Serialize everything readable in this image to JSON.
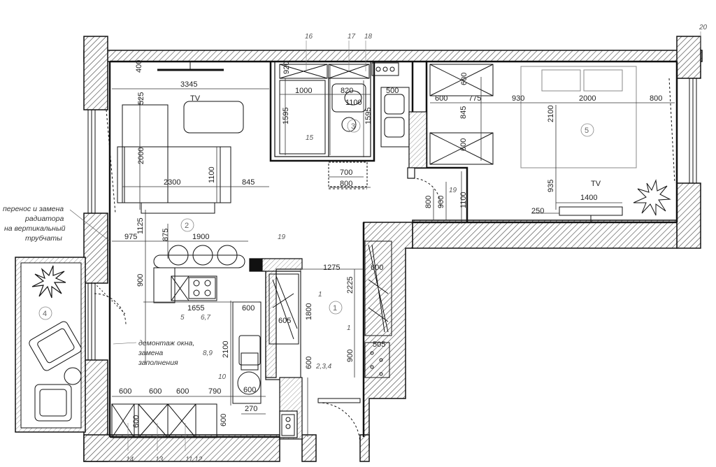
{
  "rooms": [
    "1",
    "2",
    "3",
    "4",
    "5"
  ],
  "notes": {
    "radiator": [
      "перенос и замена",
      "радиатора",
      "на вертикальный",
      "трубчаты"
    ],
    "window": [
      "демонтаж окна,",
      "замена",
      "заполнения"
    ]
  },
  "tv_label": "TV",
  "dimensions": {
    "d400": "400",
    "d525": "525",
    "d3345": "3345",
    "d2000_living": "2000",
    "d1100_living": "1100",
    "d2300": "2300",
    "d845_living": "845",
    "d1125": "1125",
    "d975": "975",
    "d875": "875",
    "d1900": "1900",
    "d900_kitchen": "900",
    "d1655": "1655",
    "d600_kitchen": "600",
    "d2100_kitchen": "2100",
    "d600a": "600",
    "d600b": "600",
    "d600c": "600",
    "d790": "790",
    "d600_sink": "600",
    "d270": "270",
    "d600_bottom": "600",
    "d600_cab": "600",
    "d920": "920",
    "d1000": "1000",
    "d820": "820",
    "d500": "500",
    "d1100_bath": "1100",
    "d1595_left": "1595",
    "d1595_right": "1595",
    "d700": "700",
    "d800_door": "800",
    "d600_ward_top": "600",
    "d600_ward_left": "600",
    "d775": "775",
    "d845_ward": "845",
    "d600_ward_bottom": "600",
    "d930": "930",
    "d2000_bed": "2000",
    "d800_bed": "800",
    "d2100_bed": "2100",
    "d935": "935",
    "d1400": "1400",
    "d250": "250",
    "d800_vert": "800",
    "d900_vert": "900",
    "d1100_vert": "1100",
    "d1275": "1275",
    "d600_hall": "600",
    "d2225": "2225",
    "d1800": "1800",
    "d605": "605",
    "d900_hall": "900",
    "d600_hall_bottom": "600",
    "d505": "505"
  },
  "markers": {
    "m1a": "1",
    "m1b": "1",
    "m2": "2,3,4",
    "m5": "5",
    "m67": "6,7",
    "m89": "8,9",
    "m10": "10",
    "m1112": "11,12",
    "m13": "13",
    "m14": "14",
    "m15": "15",
    "m16": "16",
    "m17": "17",
    "m18": "18",
    "m19a": "19",
    "m19b": "19",
    "m20": "20"
  }
}
